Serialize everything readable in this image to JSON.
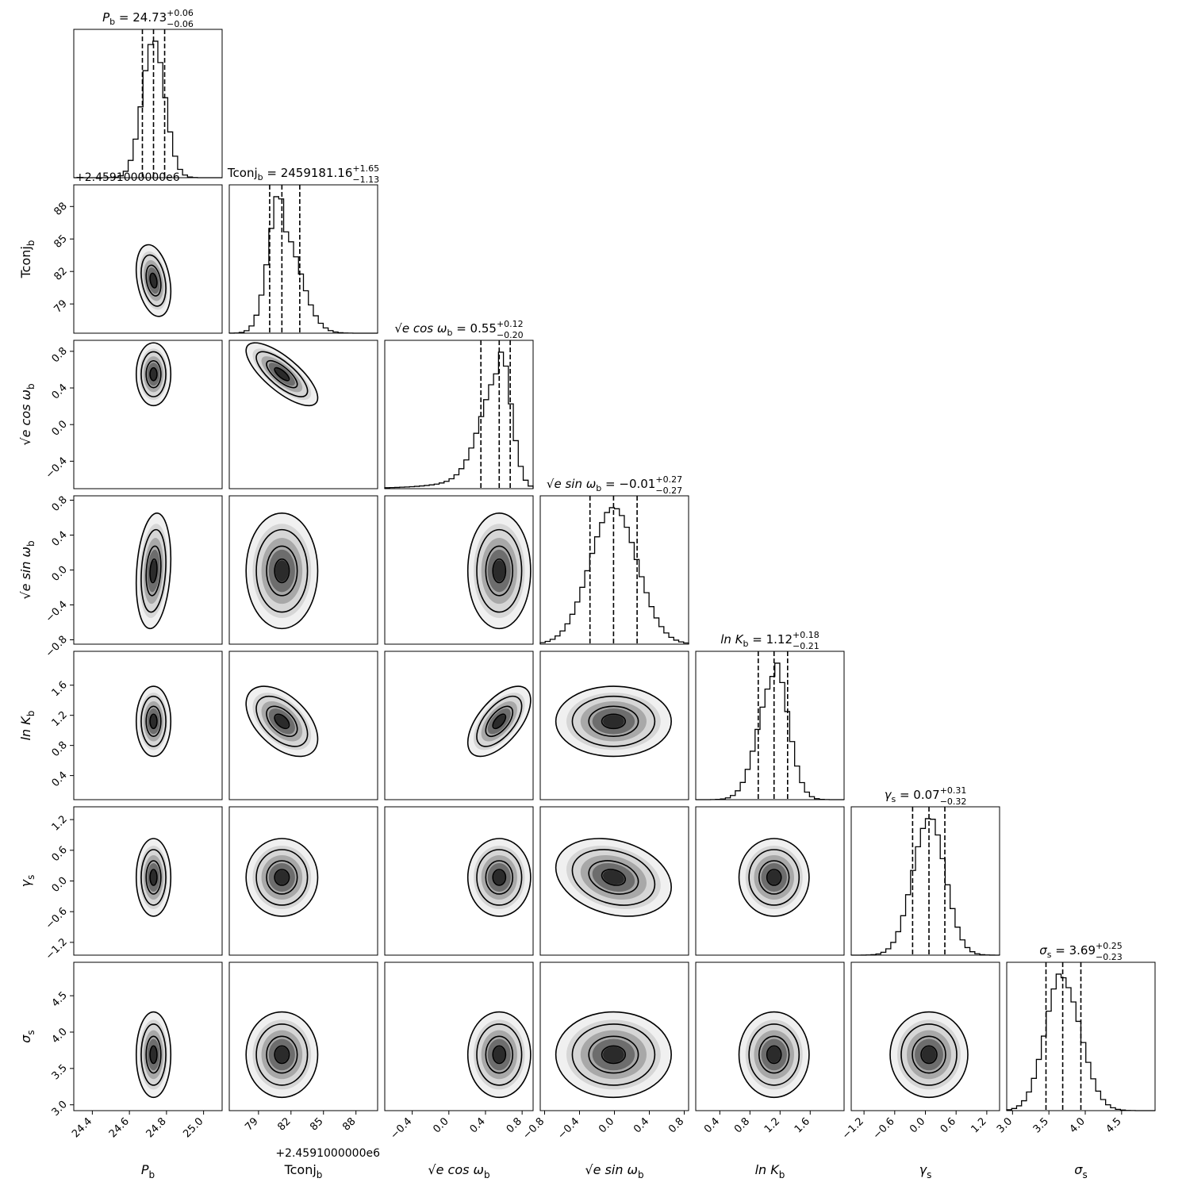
{
  "chart_data": {
    "type": "corner",
    "description_free": true,
    "params": [
      {
        "key": "P_b",
        "label_main": "P",
        "label_sub": "b",
        "label_style": "italic",
        "range": [
          24.3,
          25.1
        ],
        "ticks": [
          24.4,
          24.6,
          24.8,
          25.0
        ],
        "tick_labels": [
          "24.4",
          "24.6",
          "24.8",
          "25.0"
        ],
        "median": 24.73,
        "plus": 0.06,
        "minus": 0.06,
        "sd": 0.038,
        "title_value": "24.73",
        "title_plus": "+0.06",
        "title_minus": "−0.06",
        "offset_text": "+2.4591000000e6",
        "offset_text_row": true
      },
      {
        "key": "Tconj_b",
        "label_main": "Tconj",
        "label_sub": "b",
        "label_style": "mixed",
        "range": [
          76.3,
          90.0
        ],
        "ticks": [
          79,
          82,
          85,
          88
        ],
        "tick_labels": [
          "79",
          "82",
          "85",
          "88"
        ],
        "median": 81.16,
        "plus": 1.65,
        "minus": 1.13,
        "sd": 1.35,
        "title_value": "2459181.16",
        "title_plus": "+1.65",
        "title_minus": "−1.13",
        "offset_text": "+2.4591000000e6"
      },
      {
        "key": "sqrt_e_cos_w",
        "label_main": "√e cos ω",
        "label_sub": "b",
        "label_style": "italic",
        "range": [
          -0.7,
          0.92
        ],
        "ticks": [
          -0.4,
          0.0,
          0.4,
          0.8
        ],
        "tick_labels": [
          "−0.4",
          "0.0",
          "0.4",
          "0.8"
        ],
        "extra_ticks_x": [
          -0.4,
          0.0,
          0.4,
          0.8
        ],
        "median": 0.55,
        "plus": 0.12,
        "minus": 0.2,
        "sd": 0.14,
        "title_value": "0.55",
        "title_plus": "+0.12",
        "title_minus": "−0.20"
      },
      {
        "key": "sqrt_e_sin_w",
        "label_main": "√e sin ω",
        "label_sub": "b",
        "label_style": "italic",
        "range": [
          -0.85,
          0.85
        ],
        "ticks": [
          -0.8,
          -0.4,
          0.0,
          0.4,
          0.8
        ],
        "tick_labels": [
          "−0.8",
          "−0.4",
          "0.0",
          "0.4",
          "0.8"
        ],
        "median": -0.01,
        "plus": 0.27,
        "minus": 0.27,
        "sd": 0.27,
        "title_value": "−0.01",
        "title_plus": "+0.27",
        "title_minus": "−0.27"
      },
      {
        "key": "lnK_b",
        "label_main": "ln K",
        "label_sub": "b",
        "label_style": "italic",
        "range": [
          0.08,
          2.05
        ],
        "ticks": [
          0.4,
          0.8,
          1.2,
          1.6
        ],
        "tick_labels": [
          "0.4",
          "0.8",
          "1.2",
          "1.6"
        ],
        "median": 1.12,
        "plus": 0.18,
        "minus": 0.21,
        "sd": 0.19,
        "title_value": "1.12",
        "title_plus": "+0.18",
        "title_minus": "−0.21"
      },
      {
        "key": "gamma_s",
        "label_main": "γ",
        "label_sub": "s",
        "label_style": "italic",
        "range": [
          -1.45,
          1.45
        ],
        "ticks": [
          -1.2,
          -0.6,
          0.0,
          0.6,
          1.2
        ],
        "tick_labels": [
          "−1.2",
          "−0.6",
          "0.0",
          "0.6",
          "1.2"
        ],
        "median": 0.07,
        "plus": 0.31,
        "minus": 0.32,
        "sd": 0.31,
        "title_value": "0.07",
        "title_plus": "+0.31",
        "title_minus": "−0.32"
      },
      {
        "key": "sigma_s",
        "label_main": "σ",
        "label_sub": "s",
        "label_style": "italic",
        "range": [
          2.92,
          4.96
        ],
        "ticks": [
          3.0,
          3.5,
          4.0,
          4.5
        ],
        "tick_labels": [
          "3.0",
          "3.5",
          "4.0",
          "4.5"
        ],
        "median": 3.69,
        "plus": 0.25,
        "minus": 0.23,
        "sd": 0.24,
        "title_value": "3.69",
        "title_plus": "+0.25",
        "title_minus": "−0.23"
      }
    ],
    "correlations": {
      "1_0": -0.3,
      "2_1": -0.75,
      "4_1": -0.5,
      "4_2": 0.6,
      "5_3": -0.25,
      "3_0": 0.2
    },
    "colors": {
      "axis": "#000000",
      "contour": "#000000",
      "fill": "#3a3a3a",
      "background": "#ffffff"
    },
    "quantile_lines": "dashed"
  }
}
